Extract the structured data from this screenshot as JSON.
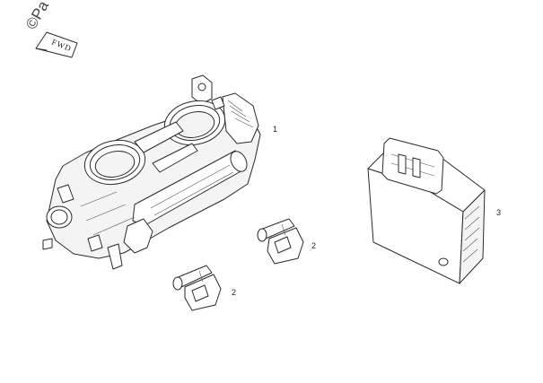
{
  "watermark": {
    "text": "©Pa"
  },
  "direction_tag": {
    "text": "FWD"
  },
  "callouts": [
    {
      "id": "throttle-body",
      "label": "1"
    },
    {
      "id": "injector-a",
      "label": "2"
    },
    {
      "id": "injector-b",
      "label": "2"
    },
    {
      "id": "ecu",
      "label": "3"
    }
  ],
  "colors": {
    "line": "#2a2a2a",
    "background": "#ffffff"
  }
}
